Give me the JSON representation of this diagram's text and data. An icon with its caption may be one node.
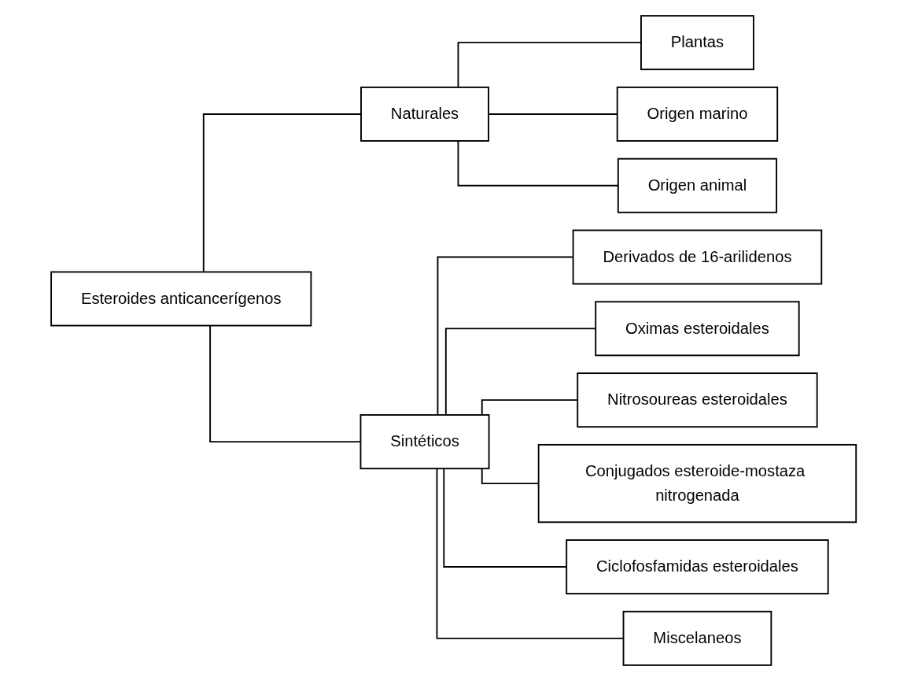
{
  "diagram": {
    "nodes": [
      {
        "text": [
          "Esteroides anticancerígenos"
        ]
      },
      {
        "text": [
          "Naturales"
        ]
      },
      {
        "text": [
          "Sintéticos"
        ]
      },
      {
        "text": [
          "Plantas"
        ]
      },
      {
        "text": [
          "Origen marino"
        ]
      },
      {
        "text": [
          "Origen animal"
        ]
      },
      {
        "text": [
          "Derivados de 16-arilidenos"
        ]
      },
      {
        "text": [
          "Oximas esteroidales"
        ]
      },
      {
        "text": [
          "Nitrosoureas esteroidales"
        ]
      },
      {
        "text": [
          "Conjugados esteroide-mostaza nitrogenada"
        ]
      },
      {
        "text": [
          "Ciclofosfamidas esteroidales"
        ]
      },
      {
        "text": [
          "Miscelaneos"
        ]
      }
    ],
    "edges": [
      {
        "from": 0,
        "to": 1,
        "arrow": "none"
      },
      {
        "from": 0,
        "to": 2,
        "arrow": "none"
      },
      {
        "from": 1,
        "to": 3,
        "arrow": "none"
      },
      {
        "from": 1,
        "to": 4,
        "arrow": "none"
      },
      {
        "from": 1,
        "to": 5,
        "arrow": "none"
      },
      {
        "from": 2,
        "to": 6,
        "arrow": "none"
      },
      {
        "from": 2,
        "to": 7,
        "arrow": "none"
      },
      {
        "from": 2,
        "to": 8,
        "arrow": "none"
      },
      {
        "from": 2,
        "to": 9,
        "arrow": "none"
      },
      {
        "from": 2,
        "to": 10,
        "arrow": "none"
      },
      {
        "from": 2,
        "to": 11,
        "arrow": "none"
      }
    ]
  }
}
